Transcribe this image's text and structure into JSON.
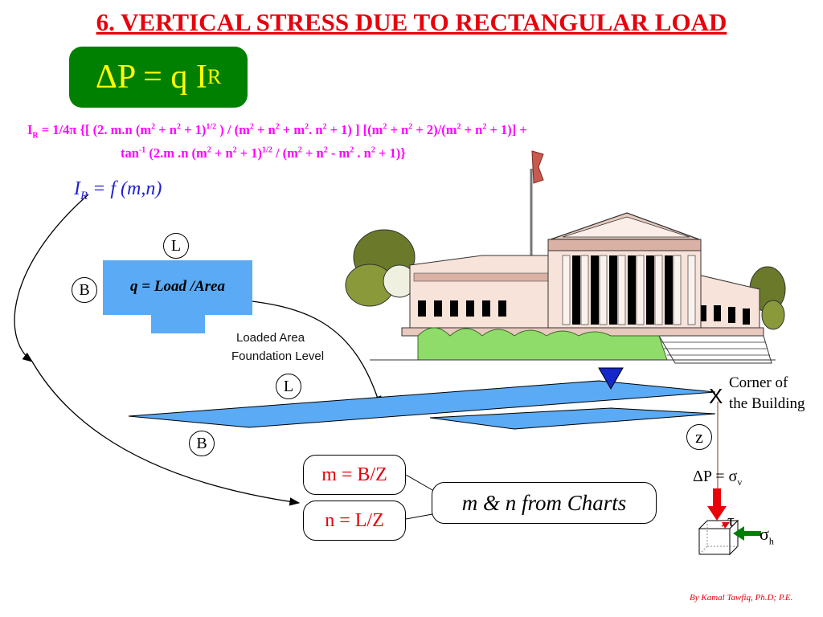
{
  "title": "6.  VERTICAL STRESS DUE TO RECTANGULAR LOAD",
  "main_equation": {
    "prefix": "ΔP = q I",
    "subscript": "R"
  },
  "formula": {
    "line1": {
      "ir": "I",
      "ir_sub": "R",
      "t1": " = 1/4π {[ (2. m.n (m",
      "t2": " + n",
      "t3": " + 1)",
      "t4": " ) / (m",
      "t5": " + n",
      "t6": " + m",
      "t7": ". n",
      "t8": " + 1) ] [(m",
      "t9": " + n",
      "t10": " + 2)/(m",
      "t11": " + n",
      "t12": " + 1)] +",
      "sup2": "2",
      "sup_half": "1/2"
    },
    "line2": {
      "t1": "tan",
      "sup_inv": "-1",
      "t2": " (2.m .n (m",
      "t3": " + n",
      "t4": " + 1)",
      "t5": " / (m",
      "t6": " + n",
      "t7": " - m",
      "t8": " . n",
      "t9": " + 1)}",
      "sup2": "2",
      "sup_half": "1/2"
    }
  },
  "ir_function": {
    "i": "I",
    "sub": "R",
    "rest": " = f (m,n)"
  },
  "labels": {
    "L_top": "L",
    "B_left": "B",
    "L_plan": "L",
    "B_plan": "B",
    "Z": "z",
    "load": "q = Load /Area",
    "loaded_area_1": "Loaded Area",
    "loaded_area_2": "Foundation Level",
    "corner_1": "Corner of",
    "corner_2": "the Building",
    "x_mark": "X",
    "dp_sigma": "ΔP = σ",
    "dp_sigma_sub": "v",
    "tau": "τ",
    "sigma_h": "σ",
    "sigma_h_sub": "h"
  },
  "m_box": "m = B/Z",
  "n_box": "n = L/Z",
  "charts_box": "m & n  from Charts",
  "credit": "By Kamal Tawfiq, Ph.D; P.E.",
  "colors": {
    "title": "#e8000b",
    "eq_bg": "#008000",
    "eq_text": "#ffff00",
    "formula": "#ff00ff",
    "plane": "#5aaaf5",
    "marker": "#1528c8",
    "arrow_red": "#e8000b",
    "arrow_green": "#008000"
  },
  "icons": [
    "building-illustration",
    "flag-icon",
    "triangle-marker-icon",
    "soil-cube-icon"
  ]
}
